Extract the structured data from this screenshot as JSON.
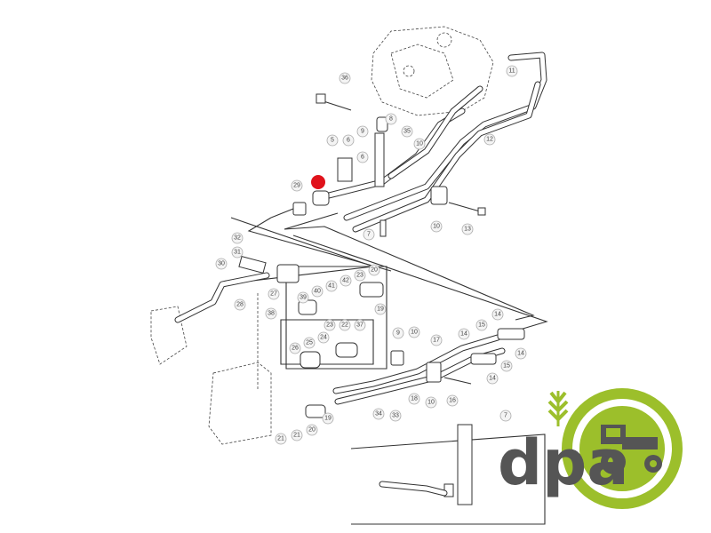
{
  "diagram": {
    "title": "Hydraulic pipe assembly exploded view",
    "highlight_color": "#e0121b",
    "callouts": [
      "36",
      "11",
      "12",
      "9",
      "8",
      "35",
      "5",
      "6",
      "6",
      "10",
      "29",
      "10",
      "13",
      "7",
      "32",
      "31",
      "30",
      "27",
      "28",
      "39",
      "40",
      "41",
      "42",
      "23",
      "20",
      "38",
      "19",
      "37",
      "22",
      "26",
      "25",
      "24",
      "23",
      "9",
      "10",
      "17",
      "14",
      "14",
      "15",
      "14",
      "15",
      "14",
      "18",
      "10",
      "16",
      "34",
      "33",
      "19",
      "20",
      "21",
      "21",
      "7"
    ]
  },
  "logo": {
    "text": "dpa",
    "green": "#9cbf2b",
    "gray": "#555555"
  }
}
